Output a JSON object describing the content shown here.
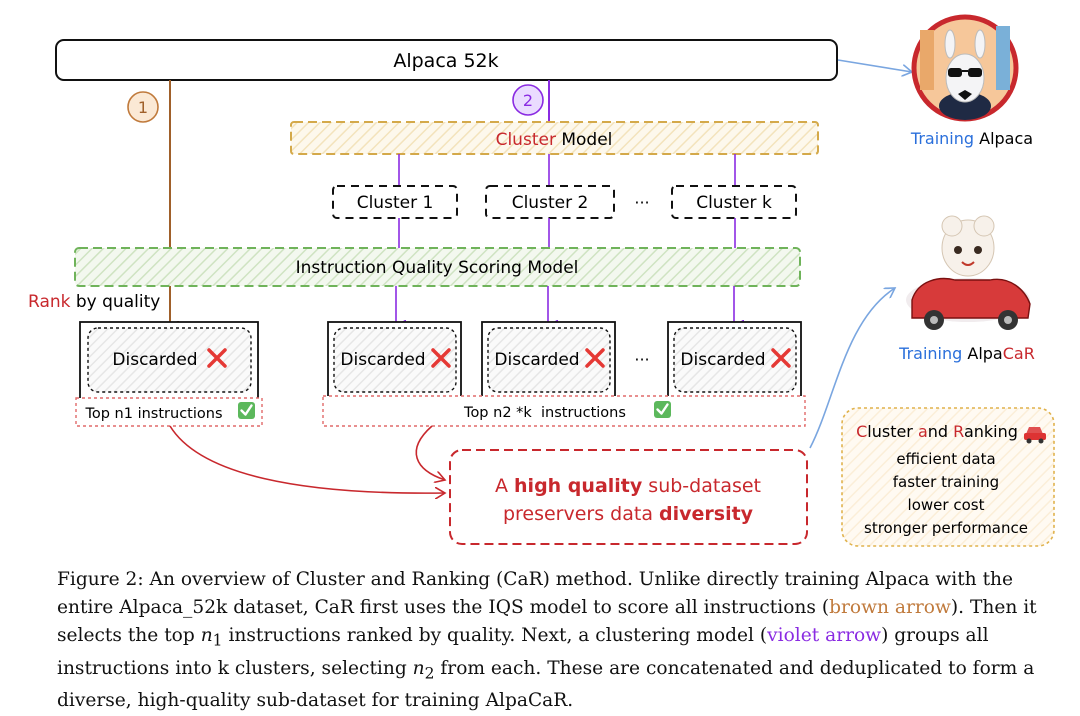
{
  "diagram": {
    "top_box": "Alpaca 52k",
    "step1": "1",
    "step2": "2",
    "cluster_model_word": "Cluster",
    "cluster_model_rest": " Model",
    "clusters": [
      "Cluster 1",
      "Cluster 2",
      "Cluster k"
    ],
    "ellipsis": "···",
    "iqs_model": "Instruction Quality Scoring Model",
    "rank_word": "Rank",
    "rank_rest": " by quality",
    "discarded": "Discarded",
    "top_n1": "Top n1 instructions",
    "top_n2k": "Top n2 *k  instructions",
    "result_line1_a": "A ",
    "result_line1_b": "high quality",
    "result_line1_c": " sub-dataset",
    "result_line2_a": "preservers data ",
    "result_line2_b": "diversity",
    "training_alpaca_a": "Training",
    "training_alpaca_b": " Alpaca",
    "training_alpacar_a": "Training",
    "training_alpacar_b": " Alpa",
    "training_alpacar_c": "CaR",
    "car_title": [
      "C",
      "luster ",
      "a",
      "nd ",
      "R",
      "anking"
    ],
    "car_benefits": [
      "efficient data",
      "faster training",
      "lower cost",
      "stronger performance"
    ]
  },
  "caption": {
    "p1": "Figure 2: An overview of Cluster and Ranking (CaR) method. Unlike directly training Alpaca with the entire Alpaca_52k dataset, CaR first uses the IQS model to score all instructions (",
    "brown": "brown arrow",
    "p2": "). Then it selects the top ",
    "n1": "n",
    "n1_sub": "1",
    "p3": " instructions ranked by quality. Next, a clustering model (",
    "violet": "violet arrow",
    "p4": ") groups all instructions into k clusters, selecting ",
    "n2": "n",
    "n2_sub": "2",
    "p5": " from each. These are concatenated and deduplicated to form a diverse, high-quality sub-dataset for training AlpaCaR."
  },
  "colors": {
    "brown": "#a0602a",
    "violet": "#8a2be2",
    "red": "#c8282d",
    "blue": "#2a6fdb",
    "green": "#4caf50",
    "gold": "#d4a94a"
  },
  "icons": [
    "cross-icon",
    "check-icon",
    "car-icon",
    "alpaca-sunglasses-image",
    "alpaca-car-image"
  ]
}
